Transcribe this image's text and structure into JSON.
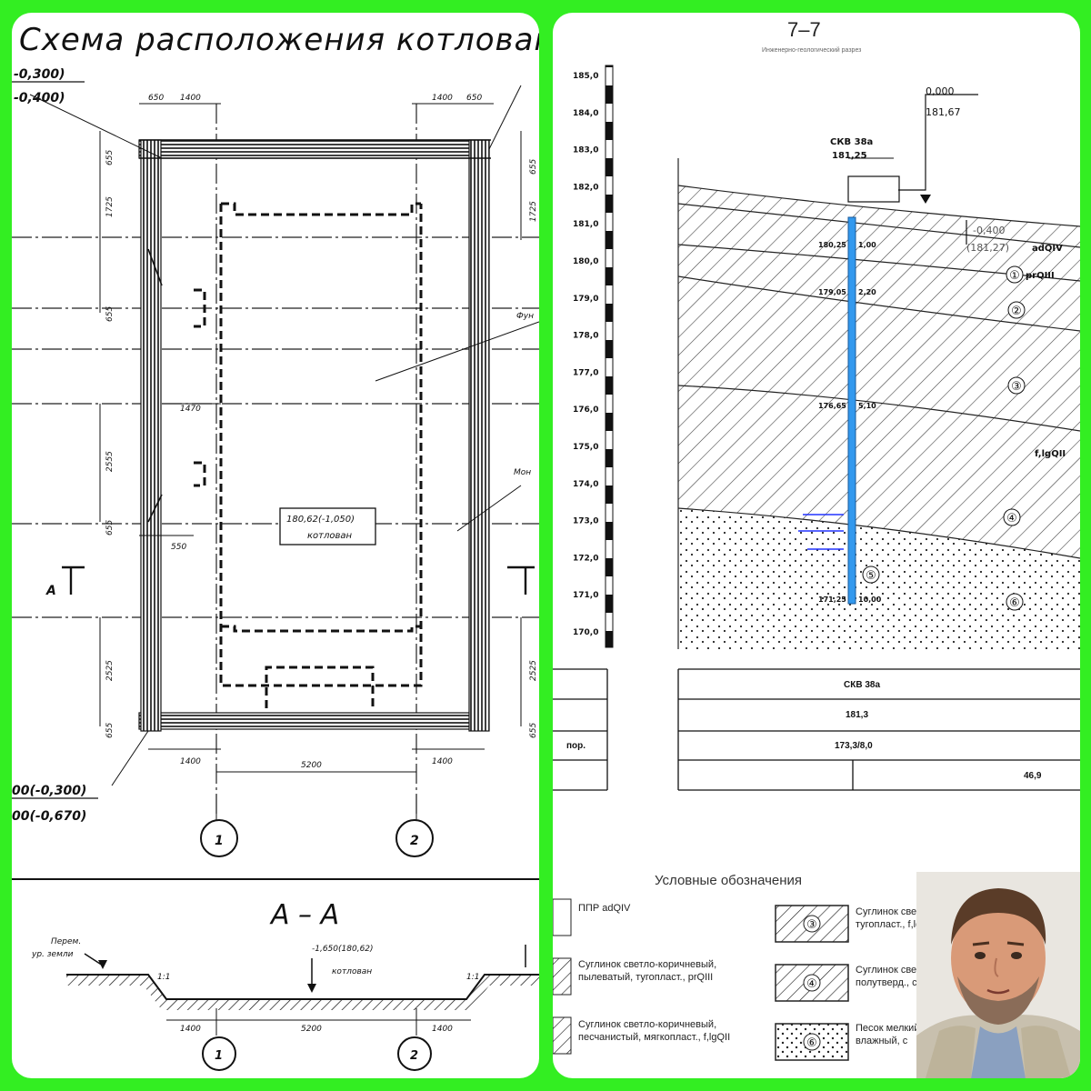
{
  "left": {
    "title": "Схема расположения котлован",
    "levels_top_left": [
      "-0,300)",
      "-0,400)"
    ],
    "levels_bottom_left": [
      "00(-0,300)",
      "00(-0,670)"
    ],
    "dims_top": [
      "650",
      "1400",
      "1400",
      "650"
    ],
    "dims_bottom": [
      "1400",
      "1400"
    ],
    "dim_main": "5200",
    "dim_inner": "1470",
    "dim_550": "550",
    "vdims_left": [
      "655",
      "1725",
      "655",
      "2555",
      "655",
      "2525",
      "655"
    ],
    "vdims_right": [
      "655",
      "1725",
      "2525",
      "655"
    ],
    "pit_label_line1": "180,62(-1,050)",
    "pit_label_line2": "котлован",
    "callout_fund": "Фун",
    "callout_mon": "Мон",
    "section_mark": "А",
    "axes": [
      "1",
      "2"
    ],
    "section": {
      "title": "А – А",
      "left_label_line1": "Перем.",
      "left_label_line2": "ур. земли",
      "center_label_line1": "-1,650(180,62)",
      "center_label_line2": "котлован",
      "slope": "1:1",
      "dims": [
        "1400",
        "5200",
        "1400"
      ]
    }
  },
  "right": {
    "title": "7–7",
    "subtitle": "Инженерно-геологический разрез",
    "elev_labels": [
      "185,0",
      "184,0",
      "183,0",
      "182,0",
      "181,0",
      "180,0",
      "179,0",
      "178,0",
      "177,0",
      "176,0",
      "175,0",
      "174,0",
      "173,0",
      "172,0",
      "171,0",
      "170,0"
    ],
    "zero_mark": "0,000",
    "zero_abs": "181,67",
    "well_name": "СКВ 38а",
    "well_elev": "181,25",
    "mark_minus": "-0,400",
    "mark_minus_abs": "(181,27)",
    "depth_marks": [
      "180,25",
      "179,05",
      "176,65",
      "171,25"
    ],
    "depth_vals": [
      "1,00",
      "2,20",
      "5,10",
      "10,00"
    ],
    "layer_nums": [
      "①",
      "②",
      "③",
      "④",
      "⑤",
      "⑥"
    ],
    "geo_codes": [
      "adQIV",
      "prQIII",
      "f,lgQII"
    ],
    "table": {
      "row1": "СКВ 38а",
      "row2": "181,3",
      "row3_label": "пор.",
      "row3": "173,3/8,0",
      "row4": "46,9"
    },
    "legend": {
      "title": "Условные обозначения",
      "items": [
        "ППР adQIV",
        "Суглинок светло-коричневый, пылеватый, тугопласт., prQIII",
        "Суглинок светло-коричневый, песчанистый, мягкопласт., f,lgQII",
        "Суглинок светло-к тугопласт., f,lgQII",
        "Суглинок светло-к полутверд., с вкл. д",
        "Песок мелкий, влажный, с"
      ],
      "item_nums": [
        "③",
        "④",
        "⑥"
      ]
    }
  },
  "colors": {
    "frame": "#33ee22",
    "panel": "#ffffff",
    "ink": "#111111",
    "well": "#3399ee",
    "water": "#2233ff"
  }
}
